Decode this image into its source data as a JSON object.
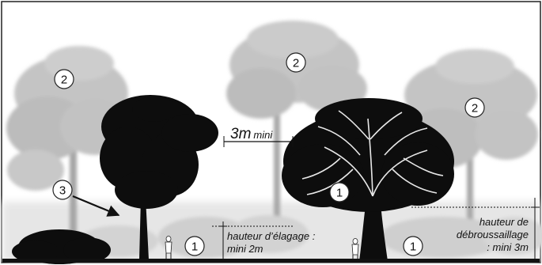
{
  "markers": {
    "pine_left": "2",
    "pine_center": "2",
    "pine_right": "2",
    "tree_left_callout": "3",
    "tree_right": "1",
    "ground_left": "1",
    "ground_right": "1"
  },
  "labels": {
    "spacing_value": "3m",
    "spacing_suffix": "mini",
    "pruning_line1": "hauteur d’élagage :",
    "pruning_line2": "mini 2m",
    "clearing_line1": "hauteur de",
    "clearing_line2": "débroussaillage",
    "clearing_line3": ": mini 3m"
  },
  "colors": {
    "tree_dark": "#0d0d0d",
    "tree_background": "#bdbdbd",
    "ground_vegetation": "#cfcfcf",
    "ground": "#111111",
    "frame": "#222222"
  }
}
